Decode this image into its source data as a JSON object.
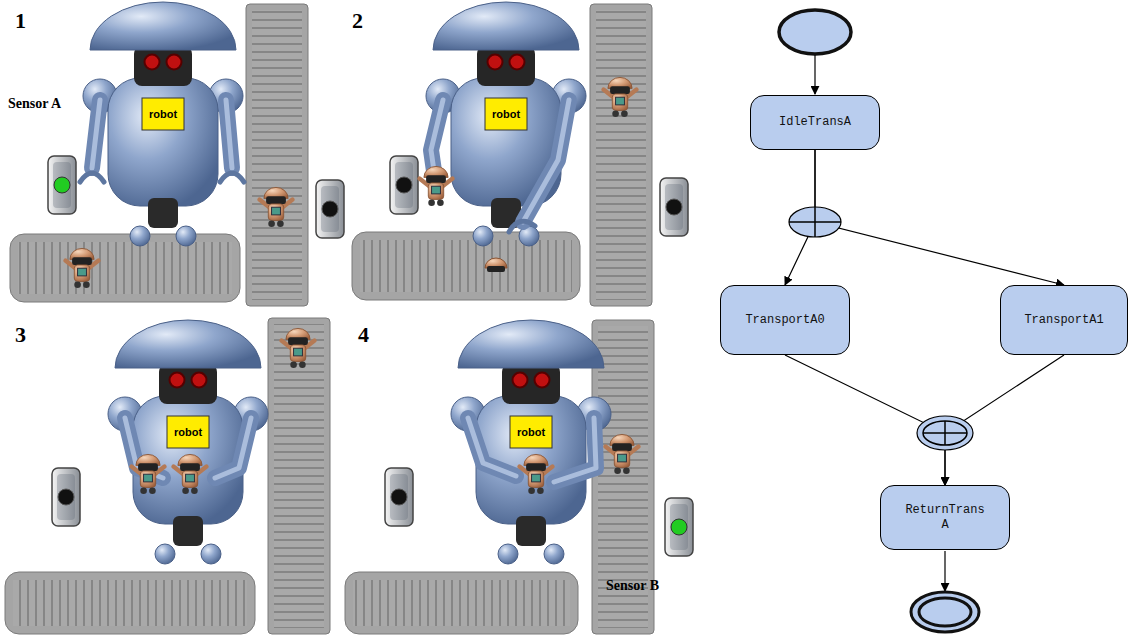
{
  "diagram": {
    "nodes": [
      {
        "text": [
          "IdleTransA"
        ]
      },
      {
        "text": [
          "TransportA0"
        ]
      },
      {
        "text": [
          "TransportA1"
        ]
      },
      {
        "text": [
          "ReturnTrans A"
        ]
      }
    ],
    "edges": [
      {
        "from": 0,
        "to": 1,
        "arrow": "to"
      },
      {
        "from": 0,
        "to": 2,
        "arrow": "to"
      },
      {
        "from": 1,
        "to": 3,
        "arrow": "to"
      },
      {
        "from": 2,
        "to": 3,
        "arrow": "to"
      }
    ],
    "labels": [
      "1",
      "Sensor A",
      "robot",
      "2",
      "robot",
      "3",
      "robot",
      "4",
      "robot",
      "Sensor B"
    ]
  }
}
